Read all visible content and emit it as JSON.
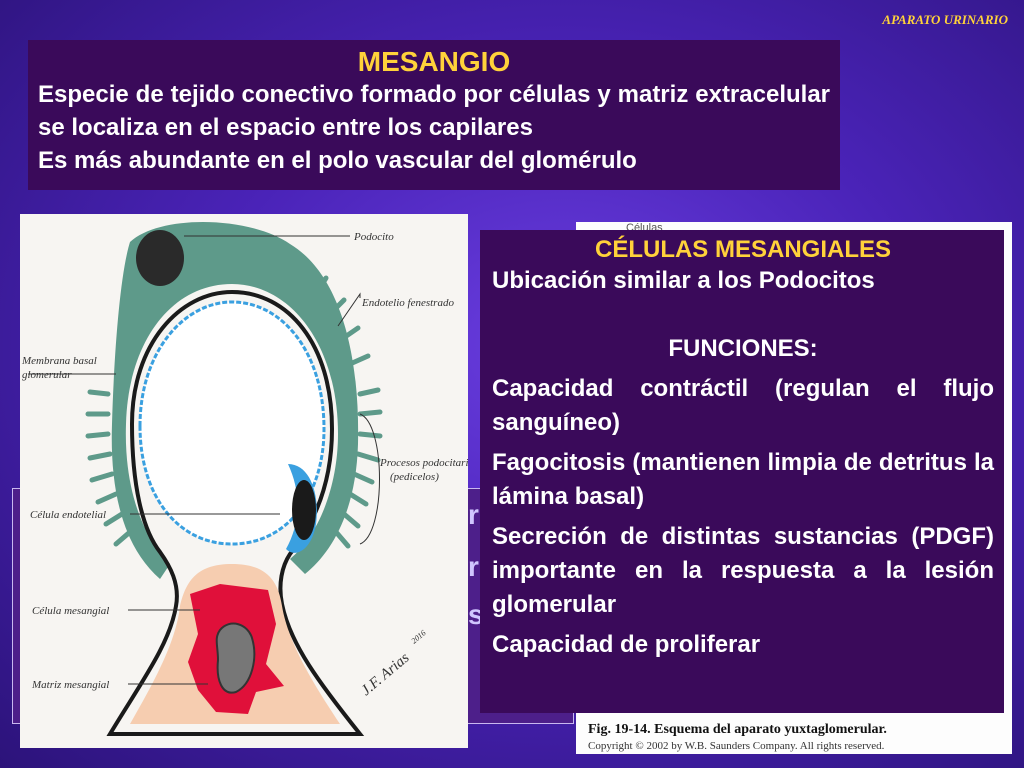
{
  "header": {
    "section_label": "APARATO URINARIO"
  },
  "mesangio": {
    "title": "MESANGIO",
    "lines": [
      "Especie de tejido conectivo formado por células y matriz extracelular se localiza en el espacio entre los capilares",
      "Es más abundante en el polo vascular del glomérulo"
    ]
  },
  "diagram": {
    "labels": {
      "podocito": "Podocito",
      "endotelio": "Endotelio fenestrado",
      "membrana_1": "Membrana basal",
      "membrana_2": "glomerular",
      "procesos_1": "Procesos podocitarios",
      "procesos_2": "(pedicelos)",
      "endotelial": "Célula endotelial",
      "mesangial": "Célula mesangial",
      "matriz": "Matriz mesangial",
      "signature": "J.F. Arias",
      "sig_year": "2016"
    },
    "colors": {
      "podocyte": "#5e9a8a",
      "mesangial": "#e0103a",
      "membrane": "#1a1a1a",
      "endothelium": "#3aa0e0"
    }
  },
  "background_fragments": {
    "ghost_1": "r",
    "ghost_2": "r",
    "ghost_3": "s",
    "tiny": "Células"
  },
  "figure": {
    "caption": "Fig. 19-14. Esquema del aparato yuxtaglomerular.",
    "copyright": "Copyright © 2002 by W.B. Saunders Company. All rights reserved."
  },
  "cells": {
    "title": "CÉLULAS MESANGIALES",
    "subtitle": "Ubicación similar a los Podocitos",
    "funciones": "FUNCIONES:",
    "items": [
      "Capacidad contráctil (regulan el flujo sanguíneo)",
      "Fagocitosis (mantienen limpia de detritus la lámina basal)",
      " Secreción de distintas sustancias (PDGF) importante en la respuesta a la  lesión glomerular",
      "Capacidad de proliferar"
    ]
  }
}
